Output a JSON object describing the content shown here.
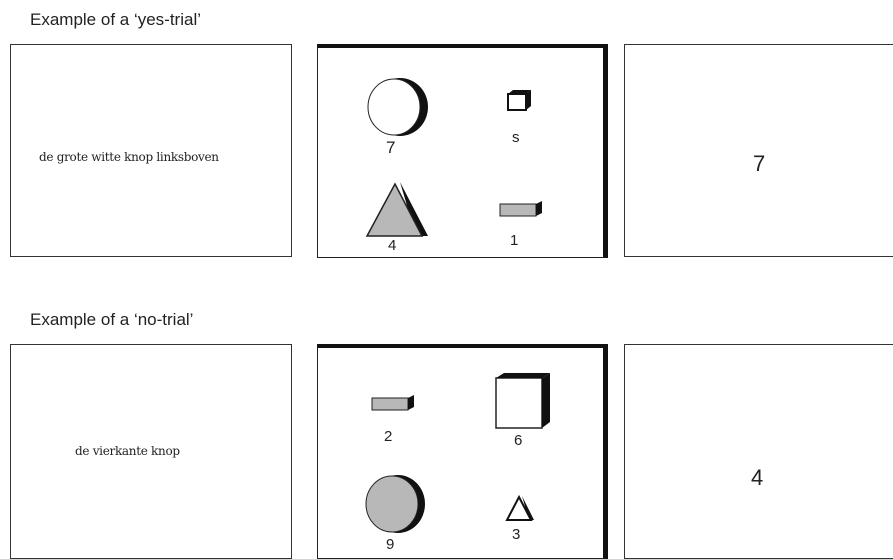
{
  "yes_trial": {
    "heading": "Example of a ‘yes-trial’",
    "instruction": "de grote witte knop linksboven",
    "labels": {
      "top_left": "7",
      "top_right": "s",
      "bottom_left": "4",
      "bottom_right": "1"
    },
    "response": "7"
  },
  "no_trial": {
    "heading": "Example of a ‘no-trial’",
    "instruction": "de vierkante knop",
    "labels": {
      "top_left": "2",
      "top_right": "6",
      "bottom_left": "9",
      "bottom_right": "3"
    },
    "response": "4"
  },
  "colors": {
    "shape_fill": "#b8b8b8",
    "shadow": "#111111",
    "border": "#333333"
  }
}
